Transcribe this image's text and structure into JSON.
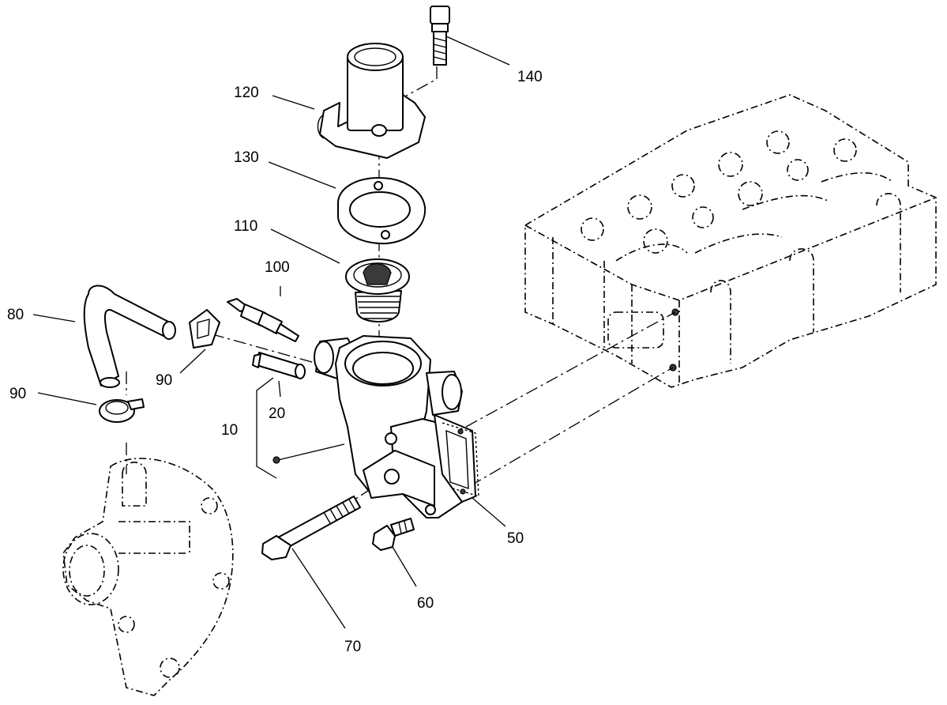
{
  "callouts": {
    "c10": "10",
    "c20": "20",
    "c50": "50",
    "c60": "60",
    "c70": "70",
    "c80": "80",
    "c90a": "90",
    "c90b": "90",
    "c100": "100",
    "c110": "110",
    "c120": "120",
    "c130": "130",
    "c140": "140"
  }
}
